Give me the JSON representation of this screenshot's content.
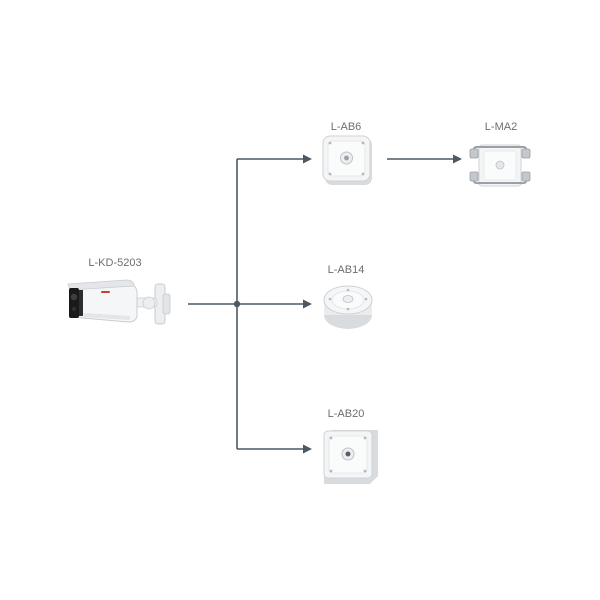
{
  "diagram": {
    "source": {
      "label": "L-KD-5203",
      "icon": "bullet-camera-icon"
    },
    "targets": [
      {
        "label": "L-AB6",
        "icon": "junction-box-square-icon"
      },
      {
        "label": "L-AB14",
        "icon": "junction-box-round-icon"
      },
      {
        "label": "L-AB20",
        "icon": "junction-box-large-icon"
      }
    ],
    "chained": {
      "label": "L-MA2",
      "icon": "pole-mount-bracket-icon"
    },
    "colors": {
      "line": "#4f5962",
      "label": "#6e6e6e",
      "device_white": "#f4f5f6",
      "device_shade": "#d9dcdf",
      "lens_black": "#1a1a1a",
      "steel": "#9aa0a6"
    }
  }
}
